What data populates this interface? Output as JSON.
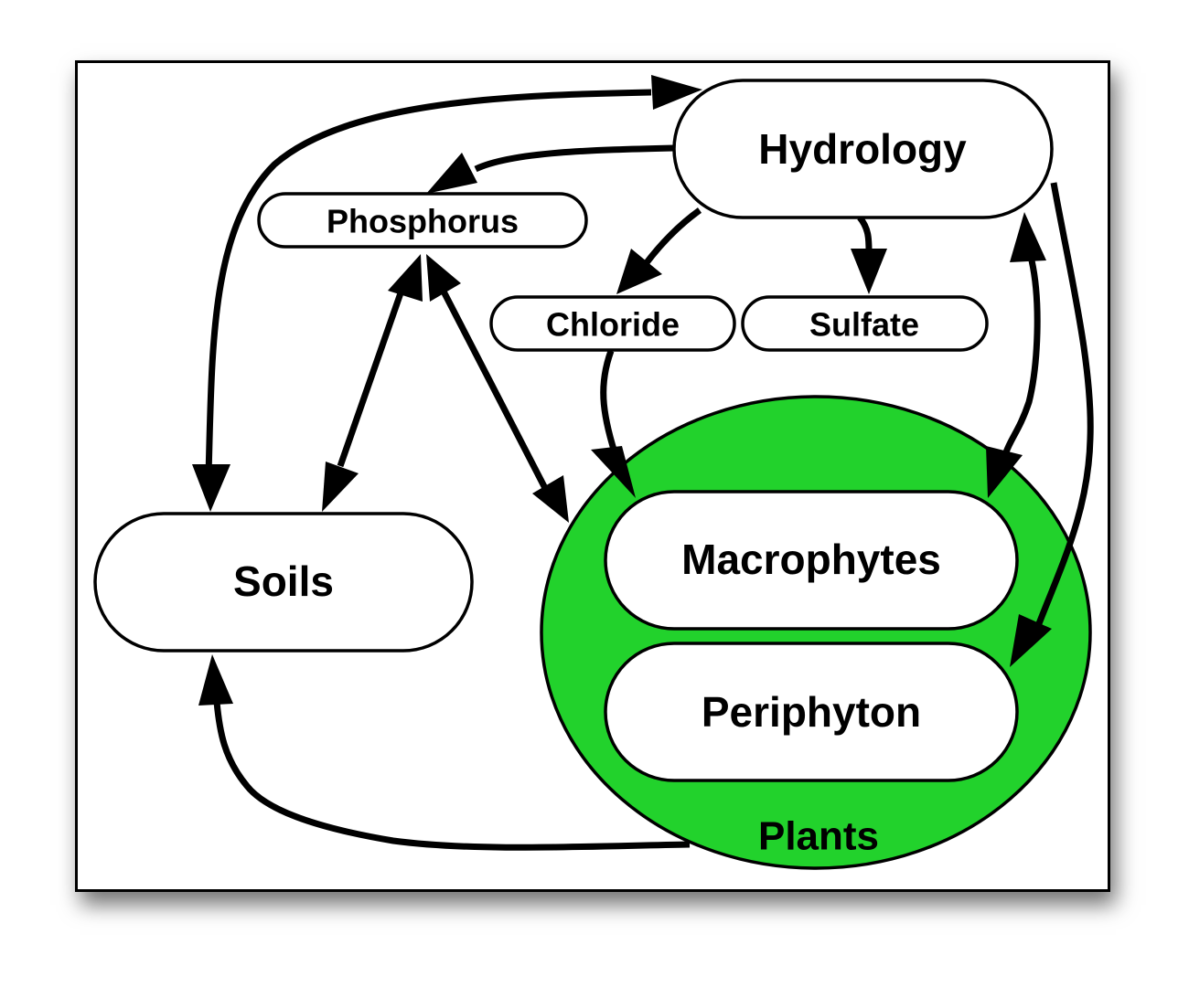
{
  "diagram": {
    "nodes": {
      "hydrology": {
        "label": "Hydrology"
      },
      "phosphorus": {
        "label": "Phosphorus"
      },
      "chloride": {
        "label": "Chloride"
      },
      "sulfate": {
        "label": "Sulfate"
      },
      "soils": {
        "label": "Soils"
      },
      "plants": {
        "label": "Plants",
        "fill": "#22d22c"
      },
      "macrophytes": {
        "label": "Macrophytes"
      },
      "periphyton": {
        "label": "Periphyton"
      }
    },
    "edges": [
      {
        "from": "soils",
        "to": "hydrology",
        "direction": "one-way"
      },
      {
        "from": "hydrology",
        "to": "soils",
        "direction": "one-way"
      },
      {
        "from": "hydrology",
        "to": "phosphorus",
        "direction": "one-way"
      },
      {
        "from": "hydrology",
        "to": "chloride",
        "direction": "one-way"
      },
      {
        "from": "hydrology",
        "to": "sulfate",
        "direction": "one-way"
      },
      {
        "from": "hydrology",
        "to": "macrophytes",
        "direction": "two-way"
      },
      {
        "from": "hydrology",
        "to": "periphyton",
        "direction": "one-way"
      },
      {
        "from": "phosphorus",
        "to": "soils",
        "direction": "two-way"
      },
      {
        "from": "phosphorus",
        "to": "plants",
        "direction": "two-way"
      },
      {
        "from": "chloride",
        "to": "macrophytes",
        "direction": "one-way"
      },
      {
        "from": "plants",
        "to": "soils",
        "direction": "one-way"
      }
    ]
  }
}
